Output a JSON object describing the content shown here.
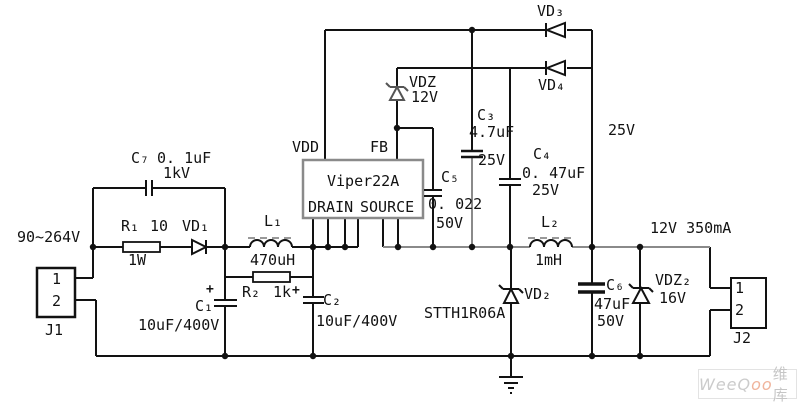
{
  "schematic": {
    "input_label": "90~264V",
    "output_label": "12V 350mA",
    "rail_label": "25V",
    "colors": {
      "wire": "#121212",
      "secondary_wire": "#8a8a8a",
      "watermark": "#cbcbcb",
      "watermark_accent": "#f0b49c"
    },
    "ic": {
      "name": "Viper22A",
      "pin_vdd": "VDD",
      "pin_fb": "FB",
      "pin_drain": "DRAIN",
      "pin_source": "SOURCE"
    },
    "components": {
      "c7": {
        "ref": "C₇",
        "value": "0. 1uF",
        "rating": "1kV"
      },
      "r1": {
        "ref": "R₁",
        "value": "10",
        "rating": "1W"
      },
      "vd1": {
        "ref": "VD₁"
      },
      "l1": {
        "ref": "L₁",
        "value": "470uH"
      },
      "r2": {
        "ref": "R₂",
        "value": "1k"
      },
      "c1": {
        "ref": "C₁",
        "value": "10uF/400V",
        "polarity": "+"
      },
      "c2": {
        "ref": "C₂",
        "value": "10uF/400V",
        "polarity": "+"
      },
      "vdz": {
        "ref": "VDZ",
        "value": "12V"
      },
      "c5": {
        "ref": "C₅",
        "value": "0. 022",
        "rating": "50V"
      },
      "c3": {
        "ref": "C₃",
        "value": "4.7uF",
        "rating": "25V"
      },
      "c4": {
        "ref": "C₄",
        "value": "0. 47uF",
        "rating": "25V"
      },
      "vd3": {
        "ref": "VD₃"
      },
      "vd4": {
        "ref": "VD₄"
      },
      "vd2": {
        "ref": "VD₂",
        "part": "STTH1R06A"
      },
      "l2": {
        "ref": "L₂",
        "value": "1mH"
      },
      "c6": {
        "ref": "C₆",
        "value": "47uF",
        "rating": "50V"
      },
      "vdz2": {
        "ref": "VDZ₂",
        "value": "16V"
      }
    },
    "connectors": {
      "j1": {
        "name": "J1",
        "pin1": "1",
        "pin2": "2"
      },
      "j2": {
        "name": "J2",
        "pin1": "1",
        "pin2": "2"
      }
    },
    "watermark": {
      "p1": "WeeQ",
      "p2": "oo",
      "p3": "维库"
    }
  }
}
